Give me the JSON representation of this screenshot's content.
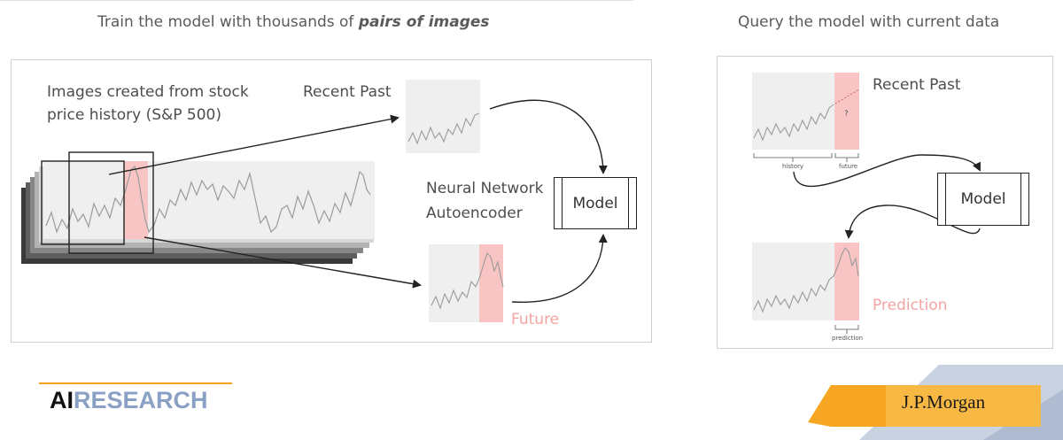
{
  "headings": {
    "left_prefix": "Train the model with thousands of ",
    "left_emphasis": "pairs of images",
    "right": "Query the model with current data"
  },
  "training_panel": {
    "images_label_line1": "Images created from stock",
    "images_label_line2": "price history (S&P 500)",
    "recent_past": "Recent Past",
    "network_line1": "Neural Network",
    "network_line2": "Autoencoder",
    "model": "Model",
    "future": "Future"
  },
  "query_panel": {
    "recent_past": "Recent Past",
    "question_mark": "?",
    "history": "history",
    "future": "future",
    "model": "Model",
    "prediction": "Prediction",
    "prediction_small": "prediction"
  },
  "branding": {
    "ai": "AI",
    "research": " RESEARCH",
    "jpmorgan": "J.P.Morgan"
  },
  "colors": {
    "highlight_pink": "#f9c4c4",
    "label_pink": "#f4a3a3",
    "accent_orange": "#f4a11c",
    "research_blue": "#8aa0c4",
    "panel_gray": "#efefef"
  }
}
